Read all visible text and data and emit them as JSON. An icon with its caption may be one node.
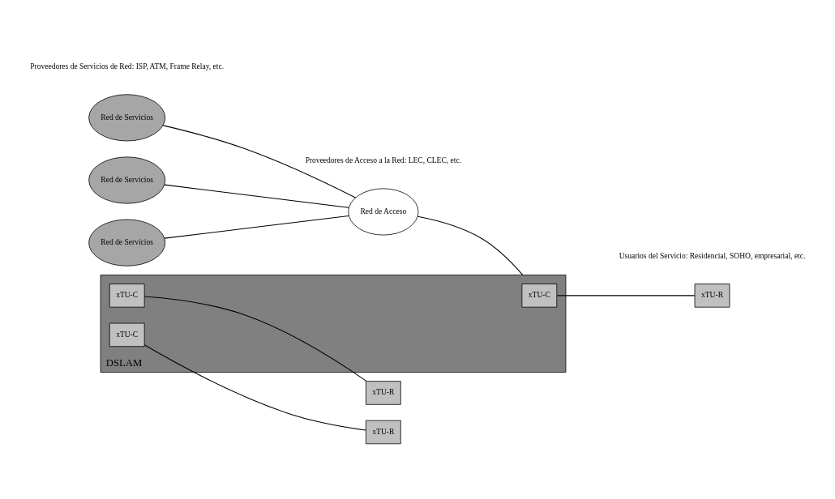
{
  "diagram": {
    "nodes": [
      {
        "text": [
          "Red de Servicios"
        ]
      },
      {
        "text": [
          "Red de Servicios"
        ]
      },
      {
        "text": [
          "Red de Servicios"
        ]
      },
      {
        "text": [
          "Red de Acceso"
        ]
      },
      {
        "text": [
          "DSLAM"
        ]
      },
      {
        "text": [
          "xTU-C"
        ],
        "in": 4
      },
      {
        "text": [
          "xTU-C"
        ],
        "in": 4
      },
      {
        "text": [
          "xTU-C"
        ],
        "in": 4
      },
      {
        "text": [
          "xTU-R"
        ]
      },
      {
        "text": [
          "xTU-R"
        ]
      },
      {
        "text": [
          "xTU-R"
        ]
      }
    ],
    "edges": [
      {
        "from": 0,
        "to": 3,
        "arrow": "none"
      },
      {
        "from": 1,
        "to": 3,
        "arrow": "none"
      },
      {
        "from": 2,
        "to": 3,
        "arrow": "none"
      },
      {
        "from": 3,
        "to": 4,
        "arrow": "none"
      },
      {
        "from": 5,
        "to": 8,
        "arrow": "none"
      },
      {
        "from": 6,
        "to": 9,
        "arrow": "none"
      },
      {
        "from": 7,
        "to": 10,
        "arrow": "none"
      }
    ],
    "labels": [
      "Proveedores de Servicios de Red: ISP, ATM, Frame Relay, etc.",
      "Proveedores de Acceso a la Red: LEC, CLEC, etc.",
      "Usuarios del Servicio: Residencial, SOHO, empresarial, etc."
    ]
  }
}
